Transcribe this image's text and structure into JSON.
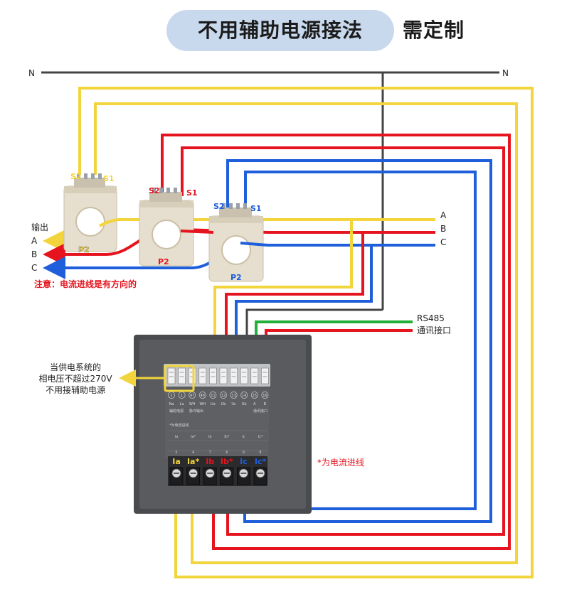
{
  "title": {
    "main": "不用辅助电源接法",
    "side": "需定制"
  },
  "neutral": {
    "left": "N",
    "right": "N"
  },
  "ct": [
    {
      "s2": "S2",
      "s1": "S1",
      "p2": "P2"
    },
    {
      "s2": "S2",
      "s1": "S1",
      "p2": "P2"
    },
    {
      "s2": "S2",
      "s1": "S1",
      "p2": "P2"
    }
  ],
  "output": {
    "label": "输出",
    "a": "A",
    "b": "B",
    "c": "C"
  },
  "phases": {
    "a": "A",
    "b": "B",
    "c": "C"
  },
  "note": "注意：电流进线是有方向的",
  "rs485": {
    "line1": "RS485",
    "line2": "通讯接口"
  },
  "aux_note": {
    "line1": "当供电系统的",
    "line2": "相电压不超过270V",
    "line3": "不用接辅助电源"
  },
  "current_in_note": "*为电流进线",
  "meter": {
    "top_terminals": [
      "2",
      "1",
      "47",
      "48",
      "11",
      "12",
      "13",
      "14",
      "15",
      "16"
    ],
    "top_labels": [
      "Na",
      "La",
      "WH",
      "WH",
      "Ua",
      "Ub",
      "Uc",
      "Ub",
      "A",
      "B"
    ],
    "top_group1": "辅助电源",
    "top_group2": "脉冲输出",
    "top_group3": "通讯接口",
    "star_note": "*为电流进线",
    "bottom_labels": [
      "Ia",
      "Ia*",
      "Ib",
      "Ib*",
      "Ic",
      "Ic*"
    ],
    "bottom_numbers": [
      "5",
      "4",
      "7",
      "6",
      "9",
      "8"
    ]
  },
  "colors": {
    "yellow": "#f2d43c",
    "red": "#e5141e",
    "blue": "#1f5fdb",
    "green": "#22b03a",
    "gray": "#444444",
    "title_pill": "#c8d9ee",
    "ct_body": "#e6dfcf"
  }
}
